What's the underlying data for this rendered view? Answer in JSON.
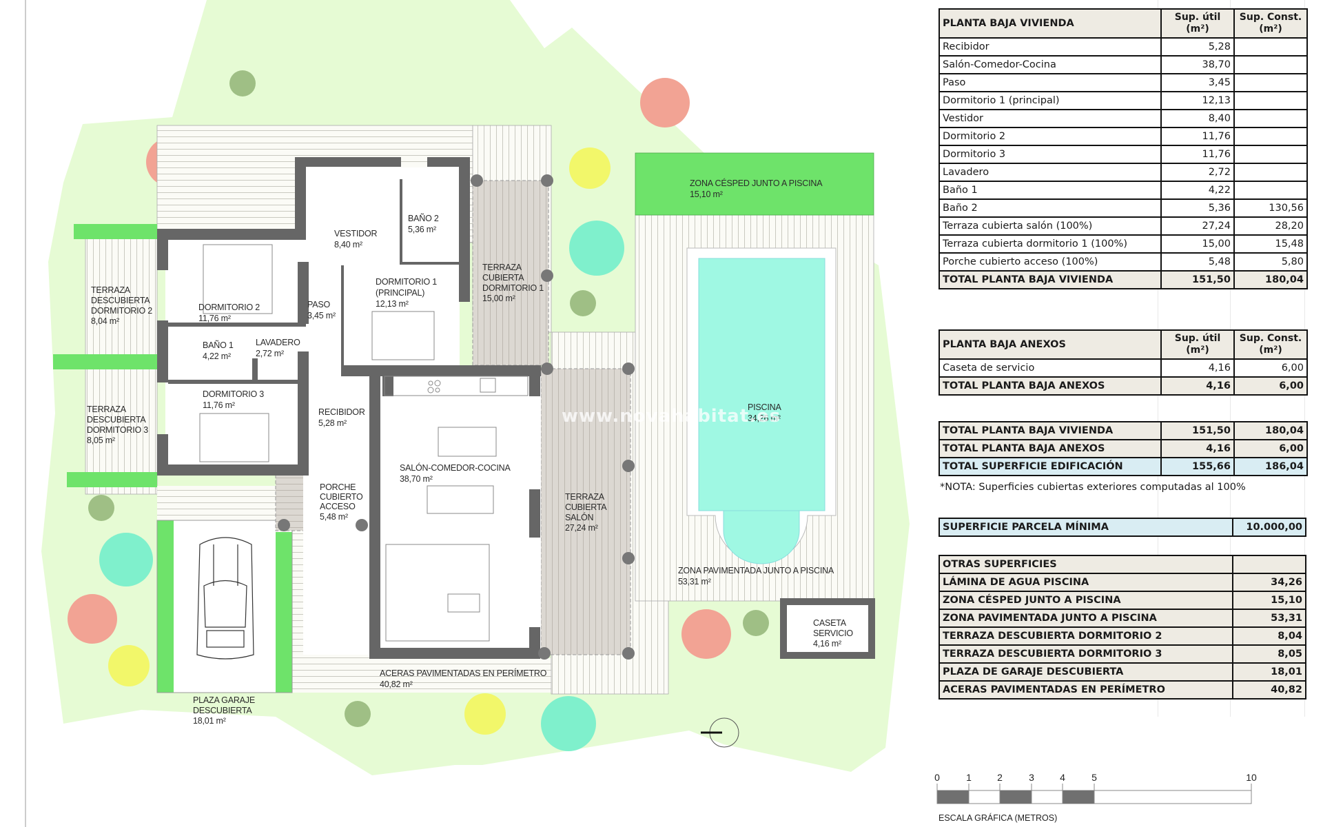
{
  "plan": {
    "watermark": "www.novahabitat.es",
    "rooms": {
      "vestidor": {
        "name": "VESTIDOR",
        "area": "8,40 m²"
      },
      "bano2": {
        "name": "BAÑO 2",
        "area": "5,36 m²"
      },
      "dormitorio2": {
        "name": "DORMITORIO 2",
        "area": "11,76 m²"
      },
      "paso": {
        "name": "PASO",
        "area": "3,45 m²"
      },
      "dormitorio1": {
        "name1": "DORMITORIO 1",
        "name2": "(PRINCIPAL)",
        "area": "12,13 m²"
      },
      "bano1": {
        "name": "BAÑO 1",
        "area": "4,22 m²"
      },
      "lavadero": {
        "name": "LAVADERO",
        "area": "2,72 m²"
      },
      "dormitorio3": {
        "name": "DORMITORIO 3",
        "area": "11,76 m²"
      },
      "recibidor": {
        "name": "RECIBIDOR",
        "area": "5,28 m²"
      },
      "salon": {
        "name": "SALÓN-COMEDOR-COCINA",
        "area": "38,70 m²"
      },
      "porche": {
        "l1": "PORCHE",
        "l2": "CUBIERTO",
        "l3": "ACCESO",
        "area": "5,48 m²"
      },
      "terraza_salon": {
        "l1": "TERRAZA",
        "l2": "CUBIERTA",
        "l3": "SALÓN",
        "area": "27,24 m²"
      },
      "terraza_dorm1": {
        "l1": "TERRAZA",
        "l2": "CUBIERTA",
        "l3": "DORMITORIO 1",
        "area": "15,00 m²"
      },
      "terraza_dorm2": {
        "l1": "TERRAZA",
        "l2": "DESCUBIERTA",
        "l3": "DORMITORIO 2",
        "area": "8,04 m²"
      },
      "terraza_dorm3": {
        "l1": "TERRAZA",
        "l2": "DESCUBIERTA",
        "l3": "DORMITORIO 3",
        "area": "8,05 m²"
      },
      "cesped": {
        "name": "ZONA CÉSPED JUNTO A PISCINA",
        "area": "15,10 m²"
      },
      "piscina": {
        "name": "PISCINA",
        "area": "34,26 m²"
      },
      "pavimentada": {
        "name": "ZONA PAVIMENTADA JUNTO A PISCINA",
        "area": "53,31 m²"
      },
      "caseta": {
        "l1": "CASETA",
        "l2": "SERVICIO",
        "area": "4,16 m²"
      },
      "aceras": {
        "name": "ACERAS PAVIMENTADAS EN PERÍMETRO",
        "area": "40,82 m²"
      },
      "garaje": {
        "l1": "PLAZA GARAJE",
        "l2": "DESCUBIERTA",
        "area": "18,01 m²"
      }
    },
    "colors": {
      "garden": "#e6fbd4",
      "lawn": "#6ee36a",
      "pool": "#9ff8e3",
      "wall": "#666666",
      "covered": "#dcd8d2",
      "tree_red": "#f2a394",
      "tree_teal": "#7ff0cc",
      "tree_yellow": "#f2f76a",
      "tree_olive": "#9fbf85"
    }
  },
  "tables": {
    "vivienda": {
      "header": {
        "title": "PLANTA BAJA VIVIENDA",
        "col_util_1": "Sup. útil",
        "col_util_2": "(m²)",
        "col_const_1": "Sup. Const.",
        "col_const_2": "(m²)"
      },
      "rows": [
        {
          "name": "Recibidor",
          "util": "5,28",
          "const": ""
        },
        {
          "name": "Salón-Comedor-Cocina",
          "util": "38,70",
          "const": ""
        },
        {
          "name": "Paso",
          "util": "3,45",
          "const": ""
        },
        {
          "name": "Dormitorio 1 (principal)",
          "util": "12,13",
          "const": ""
        },
        {
          "name": "Vestidor",
          "util": "8,40",
          "const": ""
        },
        {
          "name": "Dormitorio 2",
          "util": "11,76",
          "const": ""
        },
        {
          "name": "Dormitorio 3",
          "util": "11,76",
          "const": ""
        },
        {
          "name": "Lavadero",
          "util": "2,72",
          "const": ""
        },
        {
          "name": "Baño 1",
          "util": "4,22",
          "const": ""
        },
        {
          "name": "Baño 2",
          "util": "5,36",
          "const": "130,56"
        },
        {
          "name": "Terraza cubierta salón (100%)",
          "util": "27,24",
          "const": "28,20"
        },
        {
          "name": "Terraza cubierta dormitorio 1 (100%)",
          "util": "15,00",
          "const": "15,48"
        },
        {
          "name": "Porche cubierto acceso (100%)",
          "util": "5,48",
          "const": "5,80"
        }
      ],
      "total": {
        "name": "TOTAL PLANTA BAJA VIVIENDA",
        "util": "151,50",
        "const": "180,04"
      }
    },
    "anexos": {
      "header": {
        "title": "PLANTA BAJA ANEXOS",
        "col_util_1": "Sup. útil",
        "col_util_2": "(m²)",
        "col_const_1": "Sup. Const.",
        "col_const_2": "(m²)"
      },
      "rows": [
        {
          "name": "Caseta de servicio",
          "util": "4,16",
          "const": "6,00"
        }
      ],
      "total": {
        "name": "TOTAL PLANTA BAJA ANEXOS",
        "util": "4,16",
        "const": "6,00"
      }
    },
    "resumen": {
      "rows": [
        {
          "name": "TOTAL PLANTA BAJA VIVIENDA",
          "util": "151,50",
          "const": "180,04"
        },
        {
          "name": "TOTAL PLANTA BAJA ANEXOS",
          "util": "4,16",
          "const": "6,00"
        }
      ],
      "total": {
        "name": "TOTAL SUPERFICIE EDIFICACIÓN",
        "util": "155,66",
        "const": "186,04"
      },
      "note": "*NOTA: Superficies cubiertas exteriores computadas al 100%"
    },
    "parcela": {
      "name": "SUPERFICIE PARCELA MÍNIMA",
      "value": "10.000,00"
    },
    "otras": {
      "title": "OTRAS SUPERFICIES",
      "rows": [
        {
          "name": "LÁMINA DE AGUA PISCINA",
          "value": "34,26"
        },
        {
          "name": "ZONA CÉSPED JUNTO A PISCINA",
          "value": "15,10"
        },
        {
          "name": "ZONA PAVIMENTADA JUNTO A PISCINA",
          "value": "53,31"
        },
        {
          "name": "TERRAZA DESCUBIERTA DORMITORIO 2",
          "value": "8,04"
        },
        {
          "name": "TERRAZA DESCUBIERTA DORMITORIO 3",
          "value": "8,05"
        },
        {
          "name": "PLAZA DE GARAJE DESCUBIERTA",
          "value": "18,01"
        },
        {
          "name": "ACERAS PAVIMENTADAS EN PERÍMETRO",
          "value": "40,82"
        }
      ]
    }
  },
  "scale_bar": {
    "ticks": [
      "0",
      "1",
      "2",
      "3",
      "4",
      "5",
      "10"
    ],
    "label": "ESCALA GRÁFICA (METROS)"
  }
}
